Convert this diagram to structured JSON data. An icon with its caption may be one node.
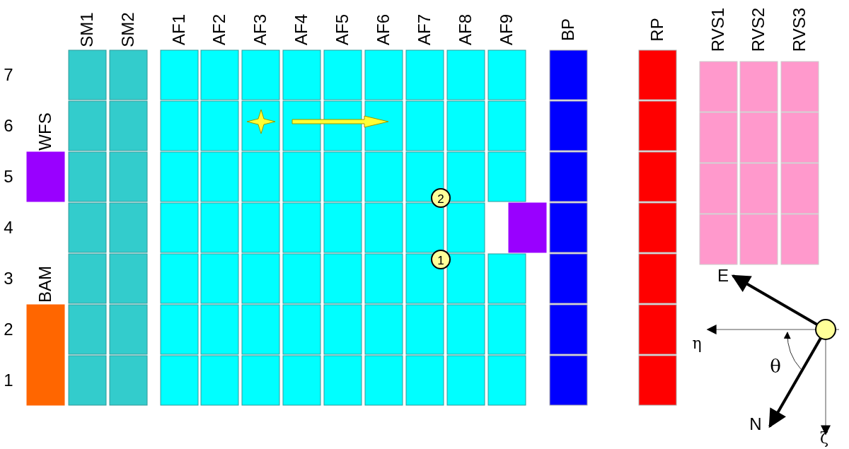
{
  "diagram": {
    "labels": [
      "SM1",
      "SM2",
      "AF1",
      "AF2",
      "AF3",
      "AF4",
      "AF5",
      "AF6",
      "AF7",
      "AF8",
      "AF9",
      "BP",
      "RP",
      "RVS1",
      "RVS2",
      "RVS3",
      "7",
      "6",
      "WFS",
      "5",
      "2",
      "4",
      "1",
      "BAM",
      "3",
      "E",
      "2",
      "η",
      "θ",
      "1",
      "N",
      "ζ"
    ]
  }
}
